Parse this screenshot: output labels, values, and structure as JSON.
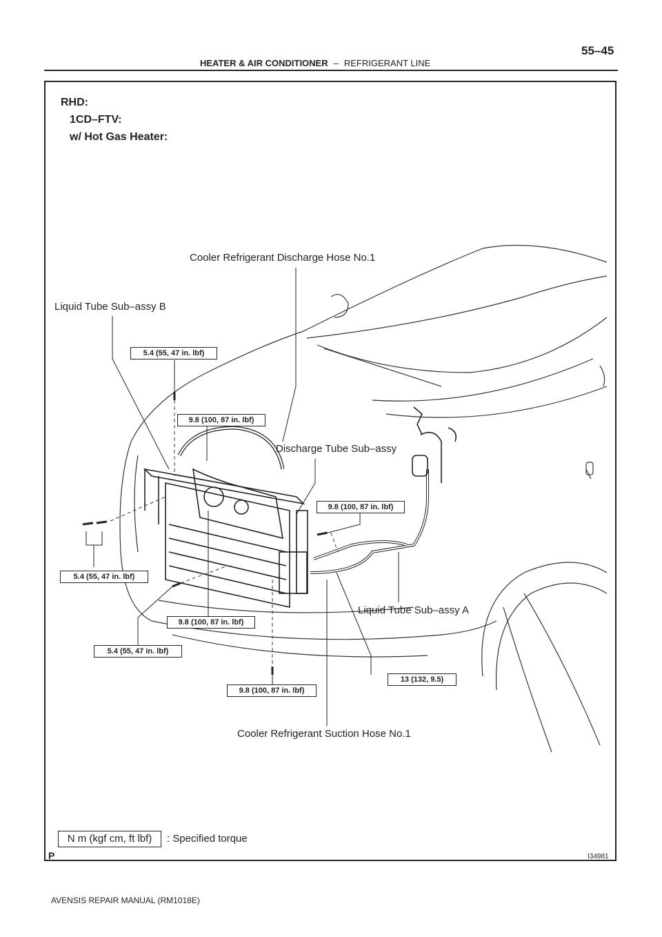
{
  "header": {
    "section": "HEATER & AIR CONDITIONER",
    "dash": "–",
    "subsection": "REFRIGERANT LINE",
    "page_number": "55–45"
  },
  "conditions": {
    "line1": "RHD:",
    "line2": "1CD–FTV:",
    "line3": "w/ Hot Gas Heater:"
  },
  "parts": {
    "discharge_hose": "Cooler Refrigerant Discharge Hose No.1",
    "liquid_tube_b": "Liquid Tube Sub–assy B",
    "discharge_tube": "Discharge Tube Sub–assy",
    "liquid_tube_a": "Liquid Tube Sub–assy A",
    "suction_hose": "Cooler Refrigerant Suction Hose No.1"
  },
  "torques": {
    "t1": "5.4 (55, 47 in. lbf)",
    "t2": "9.8 (100, 87 in. lbf)",
    "t3": "9.8 (100, 87 in. lbf)",
    "t4": "5.4 (55, 47 in. lbf)",
    "t5": "9.8 (100, 87 in. lbf)",
    "t6": "5.4 (55, 47 in. lbf)",
    "t7": "13 (132, 9.5)",
    "t8": "9.8 (100, 87 in. lbf)"
  },
  "legend": {
    "unit_box": "N m (kgf cm, ft lbf)",
    "text": ": Specified torque"
  },
  "marks": {
    "p": "P",
    "illustration_id": "I34981"
  },
  "footer": "AVENSIS REPAIR MANUAL   (RM1018E)"
}
